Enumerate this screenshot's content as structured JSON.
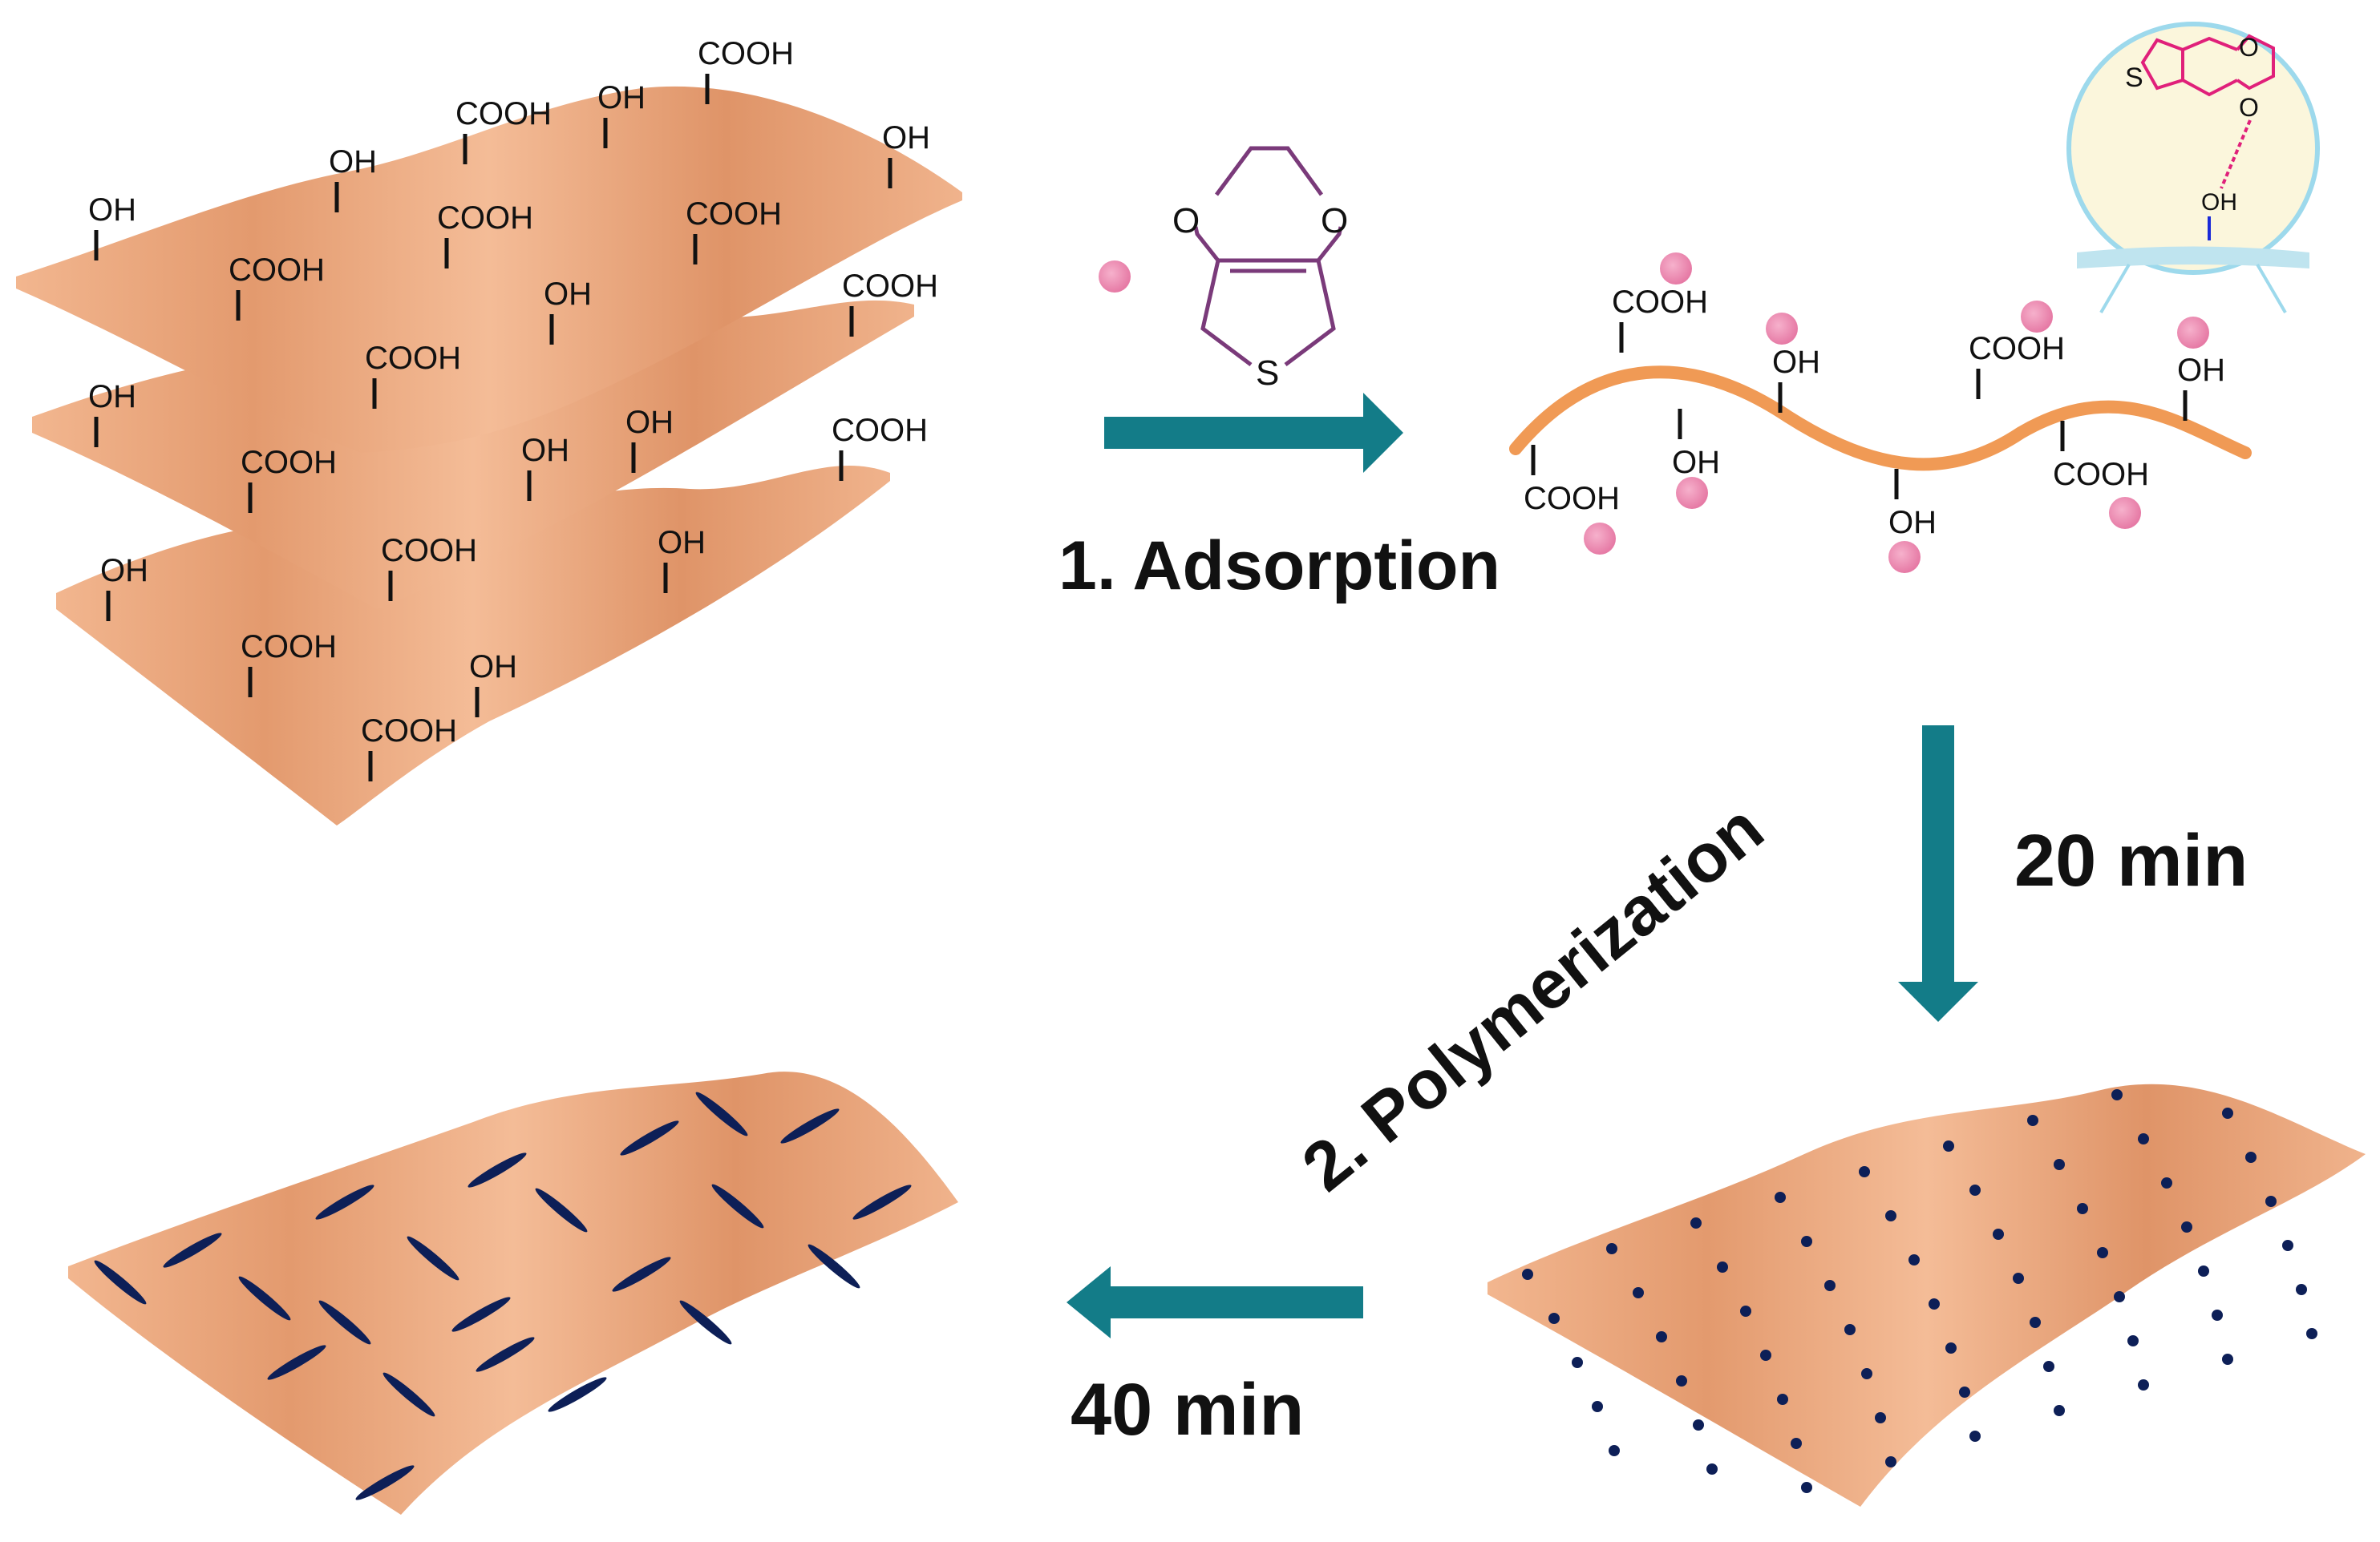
{
  "steps": {
    "adsorption": "1. Adsorption",
    "polymerization": "2. Polymerization",
    "time_20": "20 min",
    "time_40": "40 min"
  },
  "groups": {
    "cooh": "COOH",
    "oh": "OH"
  },
  "molecule": {
    "sulfur": "S",
    "oxygen": "O"
  },
  "inset": {
    "sulfur": "S",
    "oxygen": "O",
    "hydroxyl": "OH"
  },
  "colors": {
    "sheet": "#eba57c",
    "arrow": "#137c88",
    "monomer_dot": "#ef8fb5",
    "pedot": "#0d1f57",
    "edot_line": "#7a3a7a",
    "inset_edot": "#e0207a",
    "inset_bg": "#fbf6dc",
    "inset_border": "#9dd9ec"
  }
}
